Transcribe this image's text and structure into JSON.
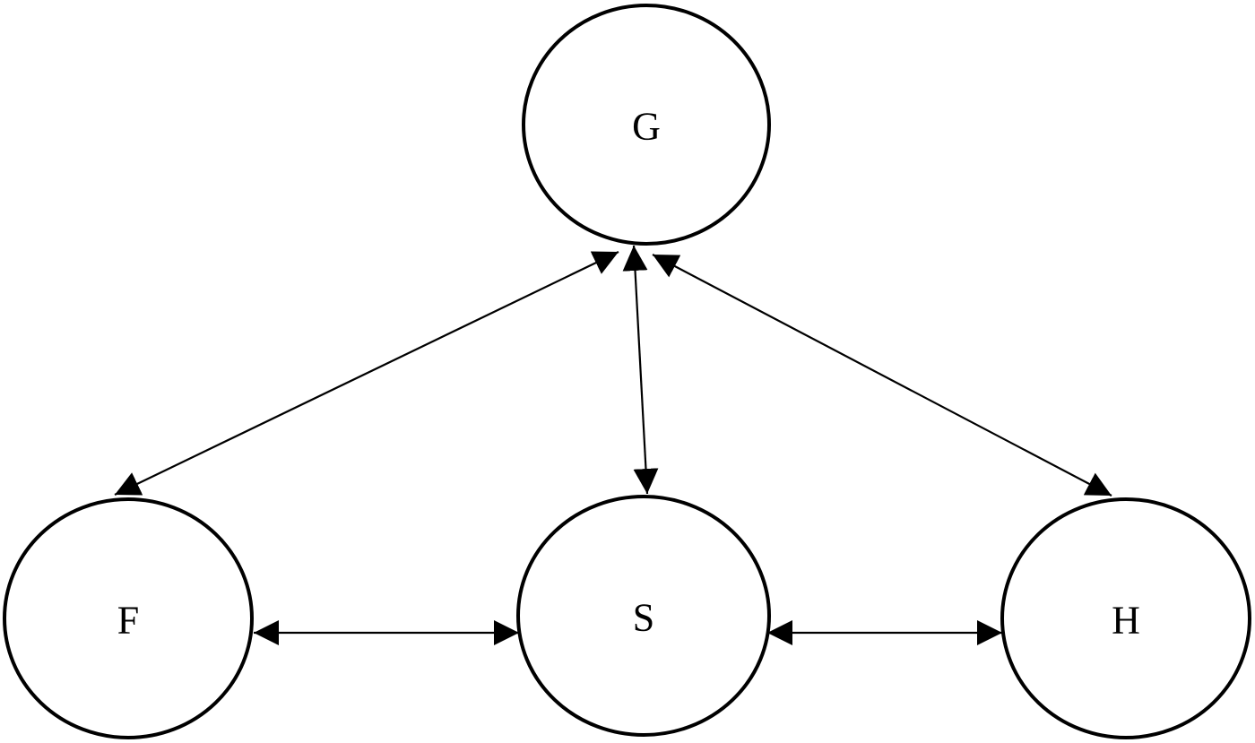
{
  "diagram": {
    "nodes": [
      {
        "id": "G",
        "label": "G"
      },
      {
        "id": "F",
        "label": "F"
      },
      {
        "id": "S",
        "label": "S"
      },
      {
        "id": "H",
        "label": "H"
      }
    ],
    "edges": [
      {
        "from": "G",
        "to": "F",
        "direction": "both"
      },
      {
        "from": "G",
        "to": "S",
        "direction": "both"
      },
      {
        "from": "G",
        "to": "H",
        "direction": "both"
      },
      {
        "from": "F",
        "to": "S",
        "direction": "both"
      },
      {
        "from": "S",
        "to": "H",
        "direction": "both"
      }
    ],
    "colors": {
      "stroke": "#000000",
      "fill": "#ffffff"
    }
  }
}
